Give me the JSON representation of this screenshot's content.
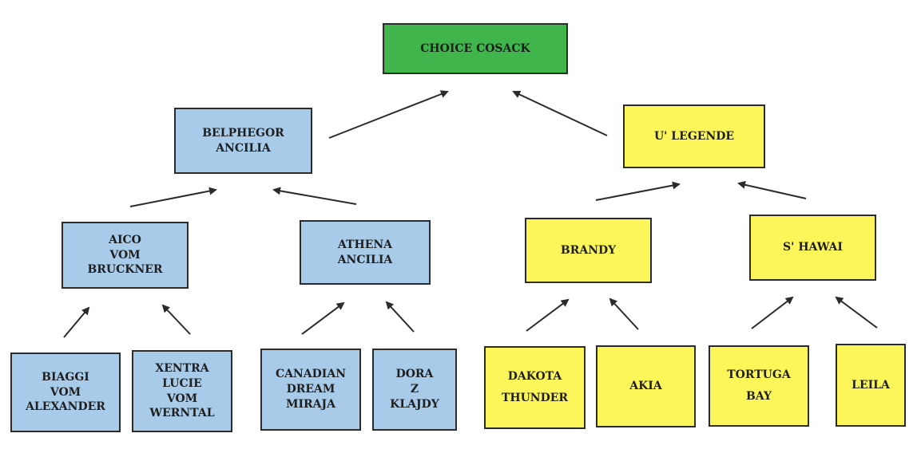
{
  "colors": {
    "root": "#3fb54c",
    "sire_line": "#a8cbea",
    "dam_line": "#fdf65b",
    "border": "#2b2b2b",
    "arrow": "#2b2b2b"
  },
  "nodes": [
    {
      "id": "choice-cosack",
      "lines": [
        "CHOICE COSACK"
      ],
      "color": "green"
    },
    {
      "id": "belphegor-ancilia",
      "lines": [
        "BELPHEGOR",
        "ANCILIA"
      ],
      "color": "blue"
    },
    {
      "id": "u-legende",
      "lines": [
        "U' LEGENDE"
      ],
      "color": "yellow"
    },
    {
      "id": "aico-vom-bruckner",
      "lines": [
        "AICO",
        "VOM",
        "BRUCKNER"
      ],
      "color": "blue"
    },
    {
      "id": "athena-ancilia",
      "lines": [
        "ATHENA",
        "ANCILIA"
      ],
      "color": "blue"
    },
    {
      "id": "brandy",
      "lines": [
        "BRANDY"
      ],
      "color": "yellow"
    },
    {
      "id": "s-hawai",
      "lines": [
        "S' HAWAI"
      ],
      "color": "yellow"
    },
    {
      "id": "biaggi-vom-alexander",
      "lines": [
        "BIAGGI",
        "VOM",
        "ALEXANDER"
      ],
      "color": "blue"
    },
    {
      "id": "xentra-lucie-vom-werntal",
      "lines": [
        "XENTRA",
        "LUCIE",
        "VOM",
        "WERNTAL"
      ],
      "color": "blue"
    },
    {
      "id": "canadian-dream-miraja",
      "lines": [
        "CANADIAN",
        "DREAM",
        "MIRAJA"
      ],
      "color": "blue"
    },
    {
      "id": "dora-z-klajdy",
      "lines": [
        "DORA",
        "Z",
        "KLAJDY"
      ],
      "color": "blue"
    },
    {
      "id": "dakota-thunder",
      "lines": [
        "DAKOTA",
        "THUNDER"
      ],
      "color": "yellow"
    },
    {
      "id": "akia",
      "lines": [
        "AKIA"
      ],
      "color": "yellow"
    },
    {
      "id": "tortuga-bay",
      "lines": [
        "TORTUGA",
        "BAY"
      ],
      "color": "yellow"
    },
    {
      "id": "leila",
      "lines": [
        "LEILA"
      ],
      "color": "yellow"
    }
  ],
  "edges": [
    {
      "from": "belphegor-ancilia",
      "to": "choice-cosack"
    },
    {
      "from": "u-legende",
      "to": "choice-cosack"
    },
    {
      "from": "aico-vom-bruckner",
      "to": "belphegor-ancilia"
    },
    {
      "from": "athena-ancilia",
      "to": "belphegor-ancilia"
    },
    {
      "from": "brandy",
      "to": "u-legende"
    },
    {
      "from": "s-hawai",
      "to": "u-legende"
    },
    {
      "from": "biaggi-vom-alexander",
      "to": "aico-vom-bruckner"
    },
    {
      "from": "xentra-lucie-vom-werntal",
      "to": "aico-vom-bruckner"
    },
    {
      "from": "canadian-dream-miraja",
      "to": "athena-ancilia"
    },
    {
      "from": "dora-z-klajdy",
      "to": "athena-ancilia"
    },
    {
      "from": "dakota-thunder",
      "to": "brandy"
    },
    {
      "from": "akia",
      "to": "brandy"
    },
    {
      "from": "tortuga-bay",
      "to": "s-hawai"
    },
    {
      "from": "leila",
      "to": "s-hawai"
    }
  ]
}
